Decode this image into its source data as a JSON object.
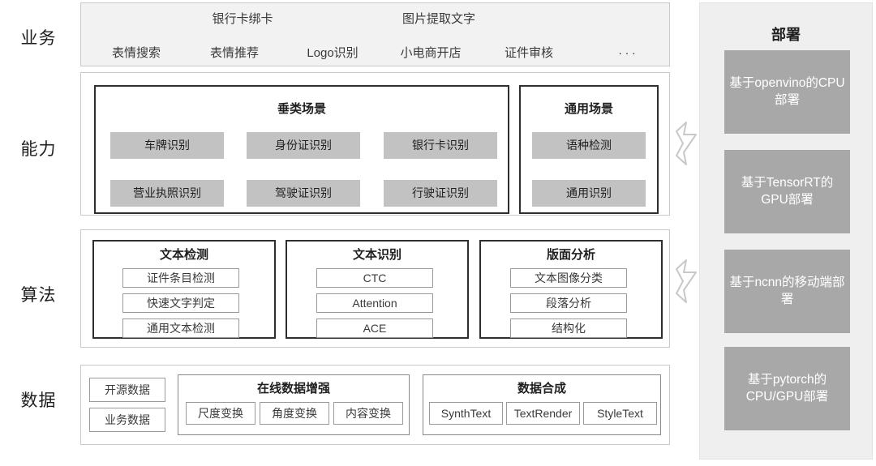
{
  "rows": {
    "business": "业务",
    "capability": "能力",
    "algorithm": "算法",
    "data": "数据"
  },
  "business": {
    "top_items": [
      "银行卡绑卡",
      "图片提取文字"
    ],
    "bottom_items": [
      "表情搜索",
      "表情推荐",
      "Logo识别",
      "小电商开店",
      "证件审核",
      ". . ."
    ]
  },
  "capability": {
    "groups": [
      {
        "title": "垂类场景",
        "items": [
          "车牌识别",
          "身份证识别",
          "银行卡识别",
          "营业执照识别",
          "驾驶证识别",
          "行驶证识别"
        ]
      },
      {
        "title": "通用场景",
        "items": [
          "语种检测",
          "通用识别"
        ]
      }
    ]
  },
  "algorithm": {
    "groups": [
      {
        "title": "文本检测",
        "items": [
          "证件条目检测",
          "快速文字判定",
          "通用文本检测"
        ]
      },
      {
        "title": "文本识别",
        "items": [
          "CTC",
          "Attention",
          "ACE"
        ]
      },
      {
        "title": "版面分析",
        "items": [
          "文本图像分类",
          "段落分析",
          "结构化"
        ]
      }
    ]
  },
  "data": {
    "sources": [
      "开源数据",
      "业务数据"
    ],
    "groups": [
      {
        "title": "在线数据增强",
        "items": [
          "尺度变换",
          "角度变换",
          "内容变换"
        ]
      },
      {
        "title": "数据合成",
        "items": [
          "SynthText",
          "TextRender",
          "StyleText"
        ]
      }
    ]
  },
  "deployment": {
    "title": "部署",
    "cards": [
      "基于openvino的CPU部署",
      "基于TensorRT的GPU部署",
      "基于ncnn的移动端部署",
      "基于pytorch的CPU/GPU部署"
    ]
  },
  "icons": {
    "arrow_right": "arrow-right-icon"
  },
  "colors": {
    "chip_fill": "#c2c2c2",
    "deploy_card": "#a8a8a8",
    "deploy_panel": "#efefef",
    "panel_tint": "#f2f2f2",
    "group_border": "#2f2f2f",
    "outline_border": "#9a9a9a"
  }
}
